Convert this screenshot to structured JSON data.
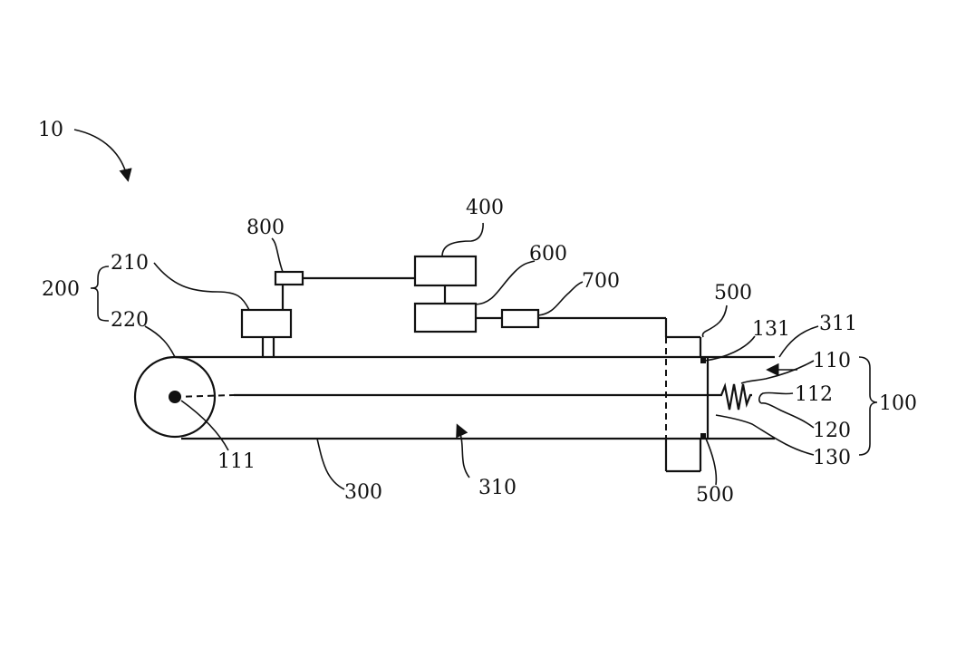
{
  "diagram": {
    "labels": {
      "l10": "10",
      "l200": "200",
      "l210": "210",
      "l220": "220",
      "l800": "800",
      "l400": "400",
      "l600": "600",
      "l700": "700",
      "l500_top": "500",
      "l500_bottom": "500",
      "l131": "131",
      "l311": "311",
      "l110": "110",
      "l112": "112",
      "l100": "100",
      "l120": "120",
      "l130": "130",
      "l111": "111",
      "l300": "300",
      "l310": "310"
    },
    "colors": {
      "stroke": "#111111",
      "background": "#ffffff"
    }
  }
}
